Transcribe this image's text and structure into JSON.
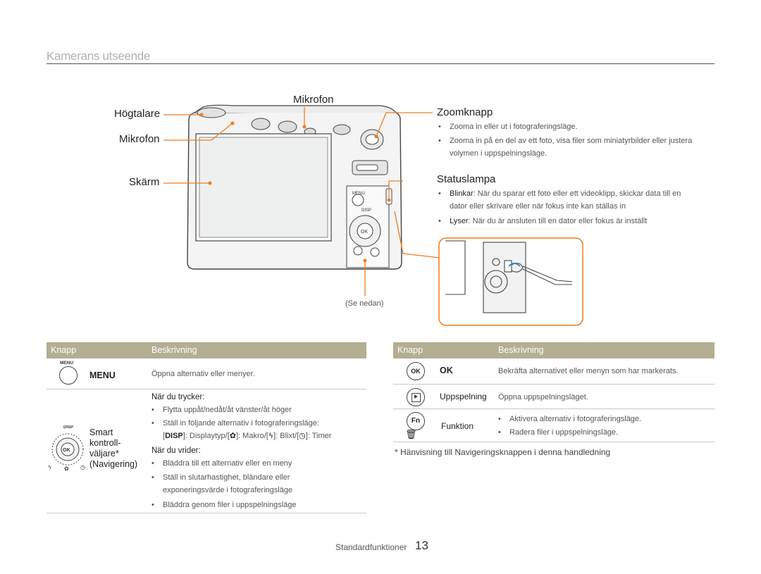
{
  "section_title": "Kamerans utseende",
  "callouts": {
    "mikrofon_top": "Mikrofon",
    "hogtalare": "Högtalare",
    "mikrofon_left": "Mikrofon",
    "skarm": "Skärm",
    "se_nedan": "(Se nedan)"
  },
  "zoom": {
    "title": "Zoomknapp",
    "bullets": [
      "Zooma in eller ut i fotograferingsläge.",
      "Zooma in på en del av ett foto, visa filer som miniatyrbilder eller justera",
      "volymen i uppspelningsläge."
    ]
  },
  "status": {
    "title": "Statuslampa",
    "blinkar_label": "Blinkar",
    "blinkar_text": ": När du sparar ett foto eller ett videoklipp, skickar data till en",
    "blinkar_text2": "dator eller skrivare eller när fokus inte kan ställas in",
    "lyser_label": "Lyser",
    "lyser_text": ": När du är ansluten till en dator eller fokus är inställt"
  },
  "camera_labels": {
    "menu": "MENU",
    "disp": "DISP",
    "ok": "OK"
  },
  "left_table": {
    "headers": [
      "Knapp",
      "Beskrivning"
    ],
    "menu_icon_text": "MENU",
    "menu_label": "MENU",
    "menu_desc": "Öppna alternativ eller menyer.",
    "nav_disp": "DISP",
    "nav_ok": "OK",
    "nav_label_lines": [
      "Smart",
      "kontroll-",
      "väljare*",
      "(Navigering)"
    ],
    "press_heading": "När du trycker:",
    "press_bullets": [
      "Flytta uppåt/nedåt/åt vänster/åt höger",
      "Ställ in följande alternativ i fotograferingsläge:"
    ],
    "press_detail": {
      "disp": "DISP",
      "t1": "]: Displaytyp/[",
      "t2": "]: Makro/[",
      "t3": "]: Blixt/[",
      "t4": "]: Timer"
    },
    "turn_heading": "När du vrider:",
    "turn_bullets": [
      "Bläddra till ett alternativ eller en meny",
      "Ställ in slutarhastighet, bländare eller",
      "exponeringsvärde i fotograferingsläge",
      "Bläddra genom filer i uppspelningsläge"
    ]
  },
  "right_table": {
    "headers": [
      "Knapp",
      "Beskrivning"
    ],
    "rows": [
      {
        "icon": "OK",
        "label": "OK",
        "desc": "Bekräfta alternativet eller menyn som har markerats."
      },
      {
        "label": "Uppspelning",
        "desc": "Öppna uppspelningsläget."
      },
      {
        "icon": "Fn",
        "label": "Funktion",
        "desc1": "Aktivera alternativ i fotograferingsläge.",
        "desc2": "Radera filer i uppspelningsläge."
      }
    ]
  },
  "footnote": "* Hänvisning till Navigeringsknappen i denna handledning",
  "footer": {
    "label": "Standardfunktioner",
    "page": "13"
  },
  "colors": {
    "accent": "#f07c1e",
    "header_bg": "#b4ae93"
  }
}
